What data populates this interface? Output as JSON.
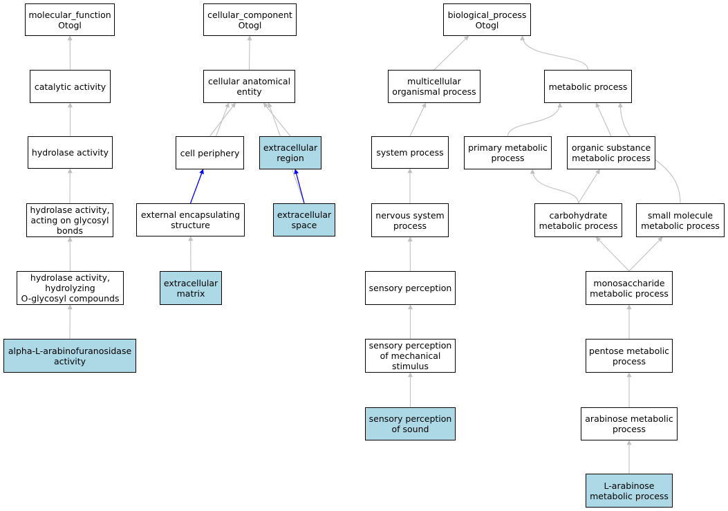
{
  "colors": {
    "node_fill": "#ffffff",
    "node_highlight": "#add8e6",
    "node_border": "#000000",
    "edge_default": "#c0c0c0",
    "edge_part_of": "#0000ff"
  },
  "nodes": [
    {
      "id": "mf_root",
      "label": "molecular_function\nOtogl",
      "highlight": false
    },
    {
      "id": "catalytic",
      "label": "catalytic activity",
      "highlight": false
    },
    {
      "id": "hydrolase",
      "label": "hydrolase activity",
      "highlight": false
    },
    {
      "id": "hyd_glyc",
      "label": "hydrolase activity,\nacting on glycosyl\nbonds",
      "highlight": false
    },
    {
      "id": "hyd_oglyc",
      "label": "hydrolase activity,\nhydrolyzing\nO-glycosyl compounds",
      "highlight": false
    },
    {
      "id": "arabinofur",
      "label": "alpha-L-arabinofuranosidase\nactivity",
      "highlight": true
    },
    {
      "id": "cc_root",
      "label": "cellular_component\nOtogl",
      "highlight": false
    },
    {
      "id": "cae",
      "label": "cellular anatomical\nentity",
      "highlight": false
    },
    {
      "id": "cell_periph",
      "label": "cell periphery",
      "highlight": false
    },
    {
      "id": "ec_region",
      "label": "extracellular\nregion",
      "highlight": true
    },
    {
      "id": "ext_encap",
      "label": "external encapsulating\nstructure",
      "highlight": false
    },
    {
      "id": "ec_space",
      "label": "extracellular\nspace",
      "highlight": true
    },
    {
      "id": "ec_matrix",
      "label": "extracellular\nmatrix",
      "highlight": true
    },
    {
      "id": "bp_root",
      "label": "biological_process\nOtogl",
      "highlight": false
    },
    {
      "id": "multicell",
      "label": "multicellular\norganismal process",
      "highlight": false
    },
    {
      "id": "metabolic",
      "label": "metabolic process",
      "highlight": false
    },
    {
      "id": "system",
      "label": "system process",
      "highlight": false
    },
    {
      "id": "primary_met",
      "label": "primary metabolic\nprocess",
      "highlight": false
    },
    {
      "id": "org_sub",
      "label": "organic substance\nmetabolic process",
      "highlight": false
    },
    {
      "id": "nervous",
      "label": "nervous system\nprocess",
      "highlight": false
    },
    {
      "id": "carb",
      "label": "carbohydrate\nmetabolic process",
      "highlight": false
    },
    {
      "id": "small_mol",
      "label": "small molecule\nmetabolic process",
      "highlight": false
    },
    {
      "id": "sensory",
      "label": "sensory perception",
      "highlight": false
    },
    {
      "id": "monosacch",
      "label": "monosaccharide\nmetabolic process",
      "highlight": false
    },
    {
      "id": "sens_mech",
      "label": "sensory perception\nof mechanical\nstimulus",
      "highlight": false
    },
    {
      "id": "pentose",
      "label": "pentose metabolic\nprocess",
      "highlight": false
    },
    {
      "id": "sens_sound",
      "label": "sensory perception\nof sound",
      "highlight": true
    },
    {
      "id": "arabinose",
      "label": "arabinose metabolic\nprocess",
      "highlight": false
    },
    {
      "id": "l_arab",
      "label": "L-arabinose\nmetabolic process",
      "highlight": true
    }
  ],
  "edges": [
    {
      "from": "catalytic",
      "to": "mf_root",
      "relation": "is_a"
    },
    {
      "from": "hydrolase",
      "to": "catalytic",
      "relation": "is_a"
    },
    {
      "from": "hyd_glyc",
      "to": "hydrolase",
      "relation": "is_a"
    },
    {
      "from": "hyd_oglyc",
      "to": "hyd_glyc",
      "relation": "is_a"
    },
    {
      "from": "arabinofur",
      "to": "hyd_oglyc",
      "relation": "is_a"
    },
    {
      "from": "cae",
      "to": "cc_root",
      "relation": "is_a"
    },
    {
      "from": "cell_periph",
      "to": "cae",
      "relation": "is_a"
    },
    {
      "from": "ec_region",
      "to": "cae",
      "relation": "is_a"
    },
    {
      "from": "ext_encap",
      "to": "cae",
      "relation": "is_a"
    },
    {
      "from": "ext_encap",
      "to": "cell_periph",
      "relation": "part_of"
    },
    {
      "from": "ec_space",
      "to": "cae",
      "relation": "is_a"
    },
    {
      "from": "ec_space",
      "to": "ec_region",
      "relation": "part_of"
    },
    {
      "from": "ec_matrix",
      "to": "ext_encap",
      "relation": "is_a"
    },
    {
      "from": "multicell",
      "to": "bp_root",
      "relation": "is_a"
    },
    {
      "from": "metabolic",
      "to": "bp_root",
      "relation": "is_a"
    },
    {
      "from": "system",
      "to": "multicell",
      "relation": "is_a"
    },
    {
      "from": "nervous",
      "to": "system",
      "relation": "is_a"
    },
    {
      "from": "sensory",
      "to": "nervous",
      "relation": "is_a"
    },
    {
      "from": "sens_mech",
      "to": "sensory",
      "relation": "is_a"
    },
    {
      "from": "sens_sound",
      "to": "sens_mech",
      "relation": "is_a"
    },
    {
      "from": "primary_met",
      "to": "metabolic",
      "relation": "is_a"
    },
    {
      "from": "org_sub",
      "to": "metabolic",
      "relation": "is_a"
    },
    {
      "from": "small_mol",
      "to": "metabolic",
      "relation": "is_a"
    },
    {
      "from": "carb",
      "to": "primary_met",
      "relation": "is_a"
    },
    {
      "from": "carb",
      "to": "org_sub",
      "relation": "is_a"
    },
    {
      "from": "monosacch",
      "to": "carb",
      "relation": "is_a"
    },
    {
      "from": "monosacch",
      "to": "small_mol",
      "relation": "is_a"
    },
    {
      "from": "pentose",
      "to": "monosacch",
      "relation": "is_a"
    },
    {
      "from": "arabinose",
      "to": "pentose",
      "relation": "is_a"
    },
    {
      "from": "l_arab",
      "to": "arabinose",
      "relation": "is_a"
    }
  ]
}
